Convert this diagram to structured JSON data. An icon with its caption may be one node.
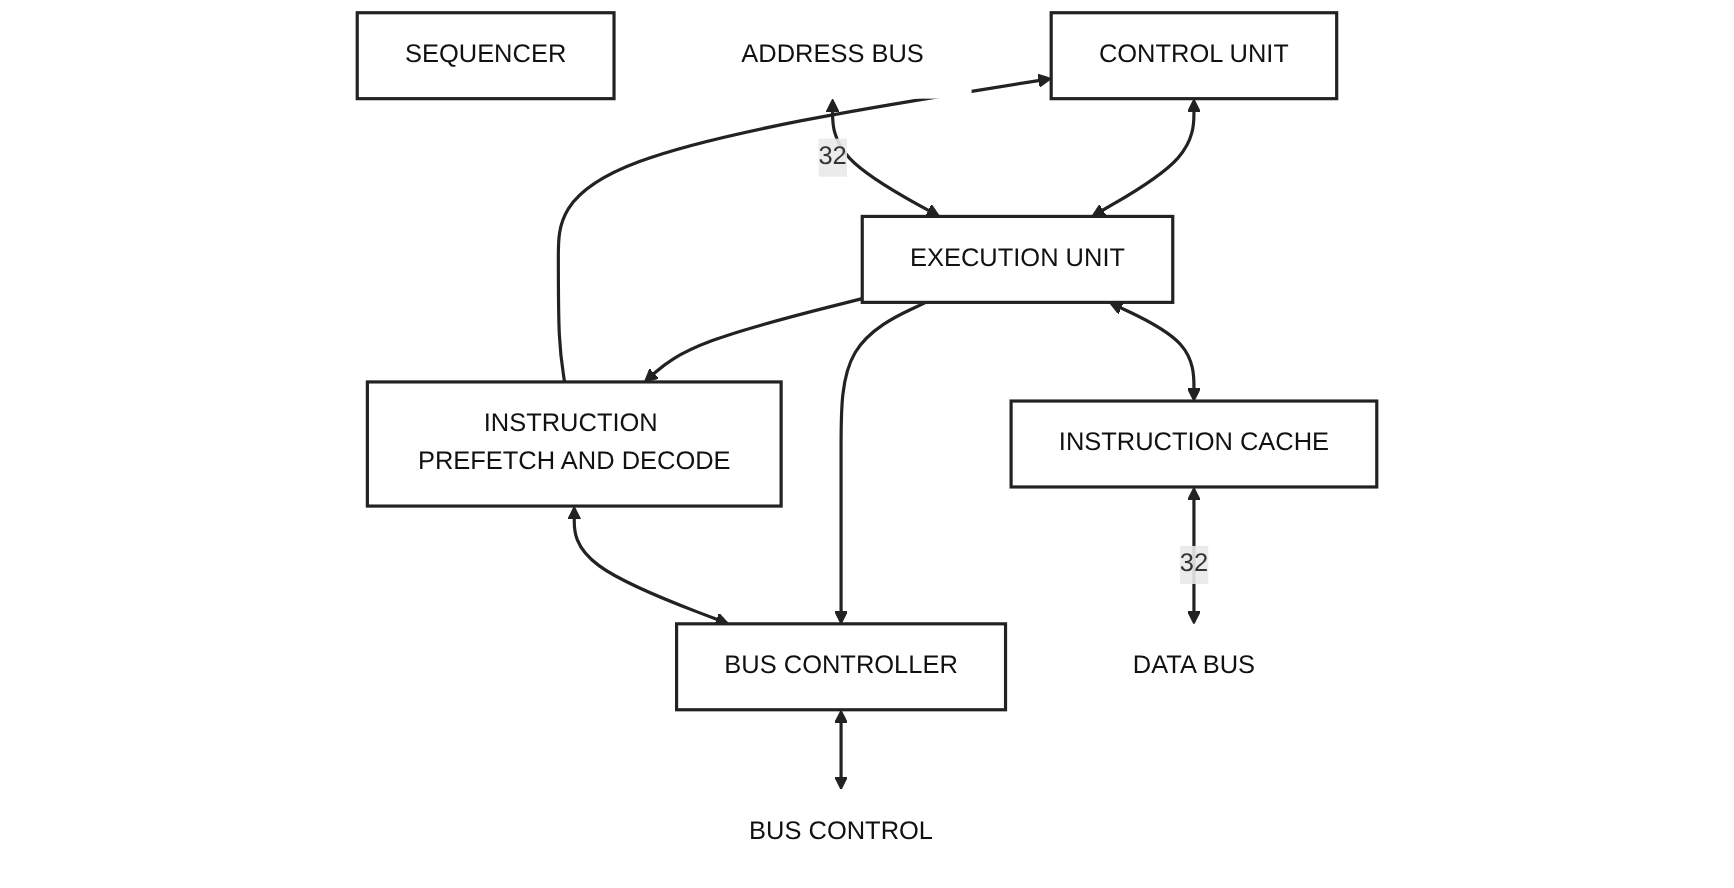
{
  "diagram": {
    "nodes": [
      {
        "text": [
          "SEQUENCER"
        ]
      },
      {
        "text": [
          "CONTROL UNIT"
        ]
      },
      {
        "text": [
          "INSTRUCTION PREFETCH AND DECODE"
        ]
      },
      {
        "text": [
          "EXECUTION UNIT"
        ]
      },
      {
        "text": [
          "BUS CONTROLLER"
        ]
      },
      {
        "text": [
          "INSTRUCTION CACHE"
        ]
      },
      {
        "text": [
          "ADDRESS BUS"
        ]
      },
      {
        "text": [
          "BUS CONTROL"
        ]
      },
      {
        "text": [
          "DATA BUS"
        ]
      }
    ],
    "edges": [
      {
        "from": 2,
        "to": 1,
        "arrow": "to"
      },
      {
        "from": 1,
        "to": 3,
        "arrow": "both"
      },
      {
        "from": 3,
        "to": 2,
        "arrow": "to"
      },
      {
        "from": 3,
        "to": 4,
        "arrow": "to"
      },
      {
        "from": 2,
        "to": 4,
        "arrow": "both"
      },
      {
        "from": 6,
        "to": 3,
        "label": "32",
        "arrow": "both"
      },
      {
        "from": 3,
        "to": 5,
        "arrow": "both"
      },
      {
        "from": 4,
        "to": 7,
        "arrow": "both"
      },
      {
        "from": 5,
        "to": 8,
        "label": "32",
        "arrow": "both"
      }
    ]
  }
}
